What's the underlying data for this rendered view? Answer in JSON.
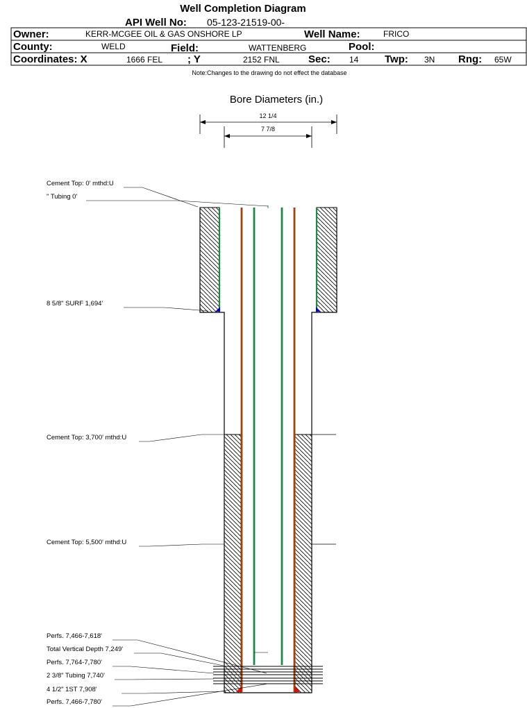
{
  "title": "Well Completion Diagram",
  "api_label": "API Well No:",
  "api_value": "05-123-21519-00-",
  "owner_label": "Owner:",
  "owner_value": "KERR-MCGEE OIL & GAS ONSHORE LP",
  "wellname_label": "Well Name:",
  "wellname_value": "FRICO",
  "county_label": "County:",
  "county_value": "WELD",
  "field_label": "Field:",
  "field_value": "WATTENBERG",
  "pool_label": "Pool:",
  "pool_value": "",
  "coordx_label": "Coordinates: X",
  "coordx_value": "1666 FEL",
  "coordy_label": "; Y",
  "coordy_value": "2152 FNL",
  "sec_label": "Sec:",
  "sec_value": "14",
  "twp_label": "Twp:",
  "twp_value": "3N",
  "rng_label": "Rng:",
  "rng_value": "65W",
  "note": "Note:Changes to the drawing do not effect the database",
  "bore_title": "Bore Diameters (in.)",
  "bore_outer": "12 1/4",
  "bore_inner": "7 7/8",
  "labels": {
    "cement_top_0": "Cement Top: 0' mthd:U",
    "tubing_0": "\" Tubing 0'",
    "surf_casing": "8 5/8\" SURF       1,694'",
    "cement_top_3700": "Cement Top: 3,700' mthd:U",
    "cement_top_5500": "Cement Top: 5,500' mthd:U",
    "perfs_1": "Perfs. 7,466-7,618'",
    "tvd": "Total Vertical Depth 7,249'",
    "perfs_2": "Perfs. 7,764-7,780'",
    "tubing_238": "2 3/8\" Tubing 7,740'",
    "casing_412": "4 1/2\" 1ST       7,908'",
    "perfs_3": "Perfs. 7,466-7,780'"
  },
  "colors": {
    "cement_hatch": "#000000",
    "casing_green": "#1a8a4a",
    "tubing_brown": "#a0420c",
    "shoe_blue": "#0000cc",
    "shoe_red": "#dd1100"
  }
}
